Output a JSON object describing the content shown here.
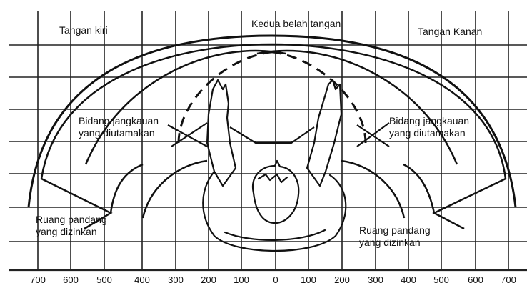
{
  "labels": {
    "left_hand": "Tangan kiri",
    "both_hands": "Kedua belah tangan",
    "right_hand": "Tangan Kanan",
    "preferred_reach_left_1": "Bidang jangkauan",
    "preferred_reach_left_2": "yang diutamakan",
    "preferred_reach_right_1": "Bidang jangkauan",
    "preferred_reach_right_2": "yang diutamakan",
    "permitted_view_left_1": "Ruang pandang",
    "permitted_view_left_2": "yang dizinkan",
    "permitted_view_right_1": "Ruang pandang",
    "permitted_view_right_2": "yang dizinkan"
  },
  "axis": {
    "ticks": [
      "700",
      "600",
      "500",
      "400",
      "300",
      "200",
      "100",
      "0",
      "100",
      "200",
      "300",
      "400",
      "500",
      "600",
      "700"
    ]
  },
  "colors": {
    "ink": "#111111",
    "background": "#ffffff"
  }
}
